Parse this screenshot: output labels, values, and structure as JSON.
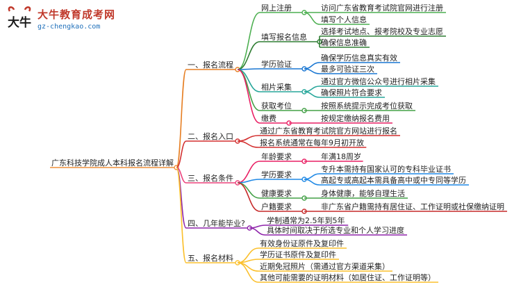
{
  "logo": {
    "mark_text": "大牛",
    "site_name": "大牛教育成考网",
    "url": "gz-chengkao.com"
  },
  "root": {
    "label": "广东科技学院成人本科报名流程详解"
  },
  "branches": [
    {
      "label": "一、报名流程",
      "color": "#e67e22",
      "children": [
        {
          "label": "网上注册",
          "color": "#4caf50",
          "leaves": [
            "访问广东省教育考试院官网进行注册",
            "填写个人信息"
          ]
        },
        {
          "label": "填写报名信息",
          "color": "#2e7d32",
          "leaves": [
            "选择考试地点、报考院校及专业志愿",
            "确保信息准确"
          ]
        },
        {
          "label": "学历验证",
          "color": "#1976d2",
          "leaves": [
            "确保学历信息真实有效",
            "最多可验证三次"
          ]
        },
        {
          "label": "相片采集",
          "color": "#26a69a",
          "leaves": [
            "通过官方微信公众号进行相片采集",
            "确保照片符合要求"
          ]
        },
        {
          "label": "获取考位",
          "color": "#43a047",
          "leaves": [
            "按照系统提示完成考位获取"
          ]
        },
        {
          "label": "缴费",
          "color": "#e91e63",
          "leaves": [
            "按规定缴纳报名费用"
          ]
        }
      ]
    },
    {
      "label": "二、报名入口",
      "color": "#d32f2f",
      "leaves": [
        "通过广东省教育考试院官方网站进行报名",
        "报名系统通常在每年9月初开放"
      ]
    },
    {
      "label": "三、报名条件",
      "color": "#ec407a",
      "children": [
        {
          "label": "年龄要求",
          "color": "#e91e63",
          "leaves": [
            "年满18周岁"
          ]
        },
        {
          "label": "学历要求",
          "color": "#1e88e5",
          "leaves": [
            "专升本需持有国家认可的专科毕业证书",
            "高起专或高起本需具备高中或中专同等学历"
          ]
        },
        {
          "label": "健康要求",
          "color": "#43a047",
          "leaves": [
            "身体健康，能够自理生活"
          ]
        },
        {
          "label": "户籍要求",
          "color": "#c62828",
          "leaves": [
            "非广东省户籍需持有居住证、工作证明或社保缴纳证明"
          ]
        }
      ]
    },
    {
      "label": "四、几年能毕业?",
      "color": "#8e24aa",
      "leaves": [
        "学制通常为2.5年到5年",
        "具体时间取决于所选专业和个人学习进度"
      ]
    },
    {
      "label": "五、报名材料",
      "color": "#fbc02d",
      "leaves": [
        "有效身份证原件及复印件",
        "学历证书原件及复印件",
        "近期免冠照片（需通过官方渠道采集）",
        "其他可能需要的证明材料（如居住证、工作证明等）"
      ]
    }
  ]
}
